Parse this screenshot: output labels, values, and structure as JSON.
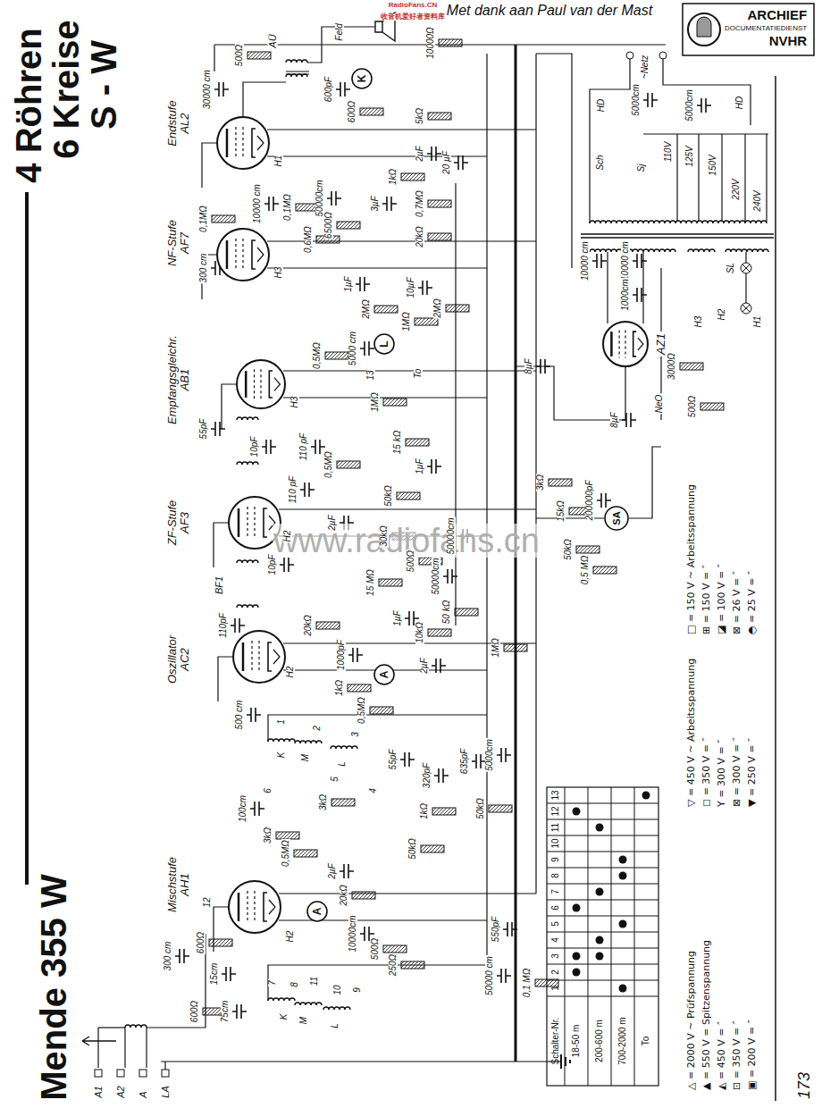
{
  "diagram": {
    "title": "Mende 355 W",
    "nodes": [
      {
        "text": [
          "ARCHIEF",
          "DOCUMENTATIEDIENST",
          "NVHR"
        ]
      },
      {
        "text": [
          "Endstufe AL2"
        ]
      },
      {
        "text": [
          "NF-Stufe AF7"
        ]
      },
      {
        "text": [
          "Empfangsgleichr. AB1"
        ]
      },
      {
        "text": [
          "ZF-Stufe AF3"
        ]
      },
      {
        "text": [
          "Oszillator AC2"
        ]
      },
      {
        "text": [
          "Mischstufe AH1"
        ]
      },
      {
        "text": [
          "AZ1"
        ]
      },
      {
        "text": [
          "K"
        ]
      },
      {
        "text": [
          "L"
        ]
      },
      {
        "text": [
          "A"
        ]
      },
      {
        "text": [
          "A"
        ]
      },
      {
        "text": [
          "SA"
        ]
      }
    ],
    "labels": [
      "Met dank aan Paul van der Mast",
      "RadioFans.CN",
      "收音机爱好者资料库",
      "www.radiofans.cn",
      "4 Röhren",
      "6 Kreise",
      "S - W",
      "173",
      "500Ω",
      "AÜ",
      "600pF",
      "Feld",
      "10000Ω",
      "600Ω",
      "5kΩ",
      "30000 cm",
      "2µF",
      "20 µF",
      "1kΩ",
      "H1",
      "0,1MΩ",
      "10000 cm",
      "0,1MΩ",
      "50000cm",
      "6500Ω",
      "3µF",
      "0,7MΩ",
      "20kΩ",
      "300 cm",
      "0,6MΩ",
      "H3",
      "1µF",
      "10µF",
      "2MΩ",
      "2MΩ",
      "5000 cm",
      "1MΩ",
      "13",
      "To",
      "0,5MΩ",
      "1MΩ",
      "55pF",
      "10pF",
      "110 pF",
      "110 pF",
      "0,5MΩ",
      "15 kΩ",
      "1µF",
      "H3",
      "50kΩ",
      "2µF",
      "30kΩ",
      "50000cm",
      "500Ω",
      "50000cm",
      "15 MΩ",
      "10pF",
      "BF1",
      "H2",
      "110pF",
      "50 kΩ",
      "1µF",
      "10kΩ",
      "2µF",
      "20kΩ",
      "1000pF",
      "1kΩ",
      "0,5MΩ",
      "500 cm",
      "1MΩ",
      "H2",
      "K",
      "M",
      "L",
      "1",
      "2",
      "3",
      "4",
      "5",
      "6",
      "55pF",
      "320pF",
      "635pF",
      "5000cm",
      "50kΩ",
      "1kΩ",
      "3kΩ",
      "3kΩ",
      "100cm",
      "0,5MΩ",
      "50kΩ",
      "2µF",
      "20kΩ",
      "10000cm",
      "500Ω",
      "250Ω",
      "H2",
      "550pF",
      "50000 cm",
      "0,1 MΩ",
      "K",
      "M",
      "L",
      "7",
      "8",
      "9",
      "10",
      "11",
      "12",
      "600Ω",
      "15cm",
      "600Ω",
      "300 cm",
      "75cm",
      "A1",
      "A2",
      "A",
      "LA",
      "~Netz",
      "HD",
      "HD",
      "5000cm",
      "5000cm",
      "Sch",
      "Sj",
      "110V",
      "125V",
      "150V",
      "220V",
      "240V",
      "10000 cm",
      "10000 cm",
      "1000cm",
      "H3",
      "H2",
      "H1",
      "SL",
      "8µF",
      "8µF",
      "NeO",
      "3000Ω",
      "500Ω",
      "3kΩ",
      "15kΩ",
      "200000pF",
      "50kΩ",
      "0,5 MΩ",
      "Schalter-Nr.",
      "1",
      "2",
      "3",
      "4",
      "5",
      "6",
      "7",
      "8",
      "9",
      "10",
      "11",
      "12",
      "13",
      "18-50 m",
      "200-600 m",
      "700-2000 m",
      "To"
    ],
    "legend": [
      {
        "text": "△ = 2000 V ~ Prüfspannung"
      },
      {
        "text": "▲ = 550 V = Spitzenspannung"
      },
      {
        "text": "◭ = 450 V = ″"
      },
      {
        "text": "⊡ = 350 V = ″"
      },
      {
        "text": "▣ = 200 V = ″"
      },
      {
        "text": "▽ = 450 V ~ Arbeitsspannung"
      },
      {
        "text": "◻ = 350 V = ″"
      },
      {
        "text": "Y = 300 V = ″"
      },
      {
        "text": "⊠ = 300 V = ″"
      },
      {
        "text": "▼ = 250 V = ″"
      },
      {
        "text": "□ = 150 V ~ Arbeitsspannung"
      },
      {
        "text": "⊞ = 150 V = ″"
      },
      {
        "text": "◪ = 100 V = ″"
      },
      {
        "text": "⊠ = 26 V = ″"
      },
      {
        "text": "◓ = 25 V = ″"
      }
    ]
  }
}
